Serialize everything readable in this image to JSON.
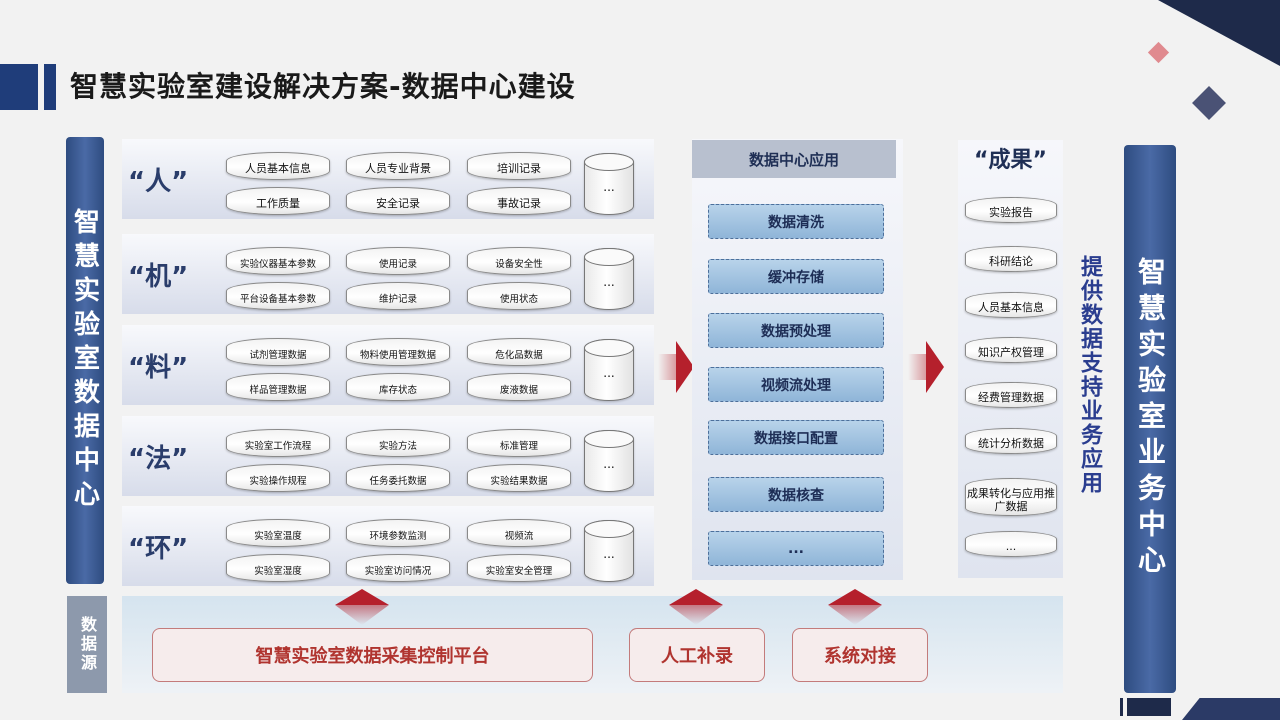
{
  "title": "智慧实验室建设解决方案-数据中心建设",
  "left_sidebar": "智慧实验室数据中心",
  "right_sidebar": "智慧实验室业务中心",
  "data_source_label": "数据源",
  "categories": [
    {
      "label": "“人”",
      "items": [
        "人员基本信息",
        "人员专业背景",
        "培训记录",
        "工作质量",
        "安全记录",
        "事故记录"
      ],
      "more": "..."
    },
    {
      "label": "“机”",
      "items": [
        "实验仪器基本参数",
        "使用记录",
        "设备安全性",
        "平台设备基本参数",
        "维护记录",
        "使用状态"
      ],
      "more": "..."
    },
    {
      "label": "“料”",
      "items": [
        "试剂管理数据",
        "物料使用管理数据",
        "危化品数据",
        "样品管理数据",
        "库存状态",
        "废液数据"
      ],
      "more": "..."
    },
    {
      "label": "“法”",
      "items": [
        "实验室工作流程",
        "实验方法",
        "标准管理",
        "实验操作规程",
        "任务委托数据",
        "实验结果数据"
      ],
      "more": "..."
    },
    {
      "label": "“环”",
      "items": [
        "实验室温度",
        "环境参数监测",
        "视频流",
        "实验室湿度",
        "实验室访问情况",
        "实验室安全管理"
      ],
      "more": "..."
    }
  ],
  "app": {
    "title": "数据中心应用",
    "steps": [
      "数据清洗",
      "缓冲存储",
      "数据预处理",
      "视频流处理",
      "数据接口配置",
      "数据核查",
      "..."
    ]
  },
  "results": {
    "title": "“成果”",
    "items": [
      "实验报告",
      "科研结论",
      "人员基本信息",
      "知识产权管理",
      "经费管理数据",
      "统计分析数据",
      "成果转化与应用推广数据",
      "..."
    ]
  },
  "support_text": "提供数据支持业务应用",
  "sources": [
    "智慧实验室数据采集控制平台",
    "人工补录",
    "系统对接"
  ],
  "colors": {
    "navy": "#1f3d7a",
    "arrow_red": "#b5202c",
    "source_text": "#b0342f"
  }
}
